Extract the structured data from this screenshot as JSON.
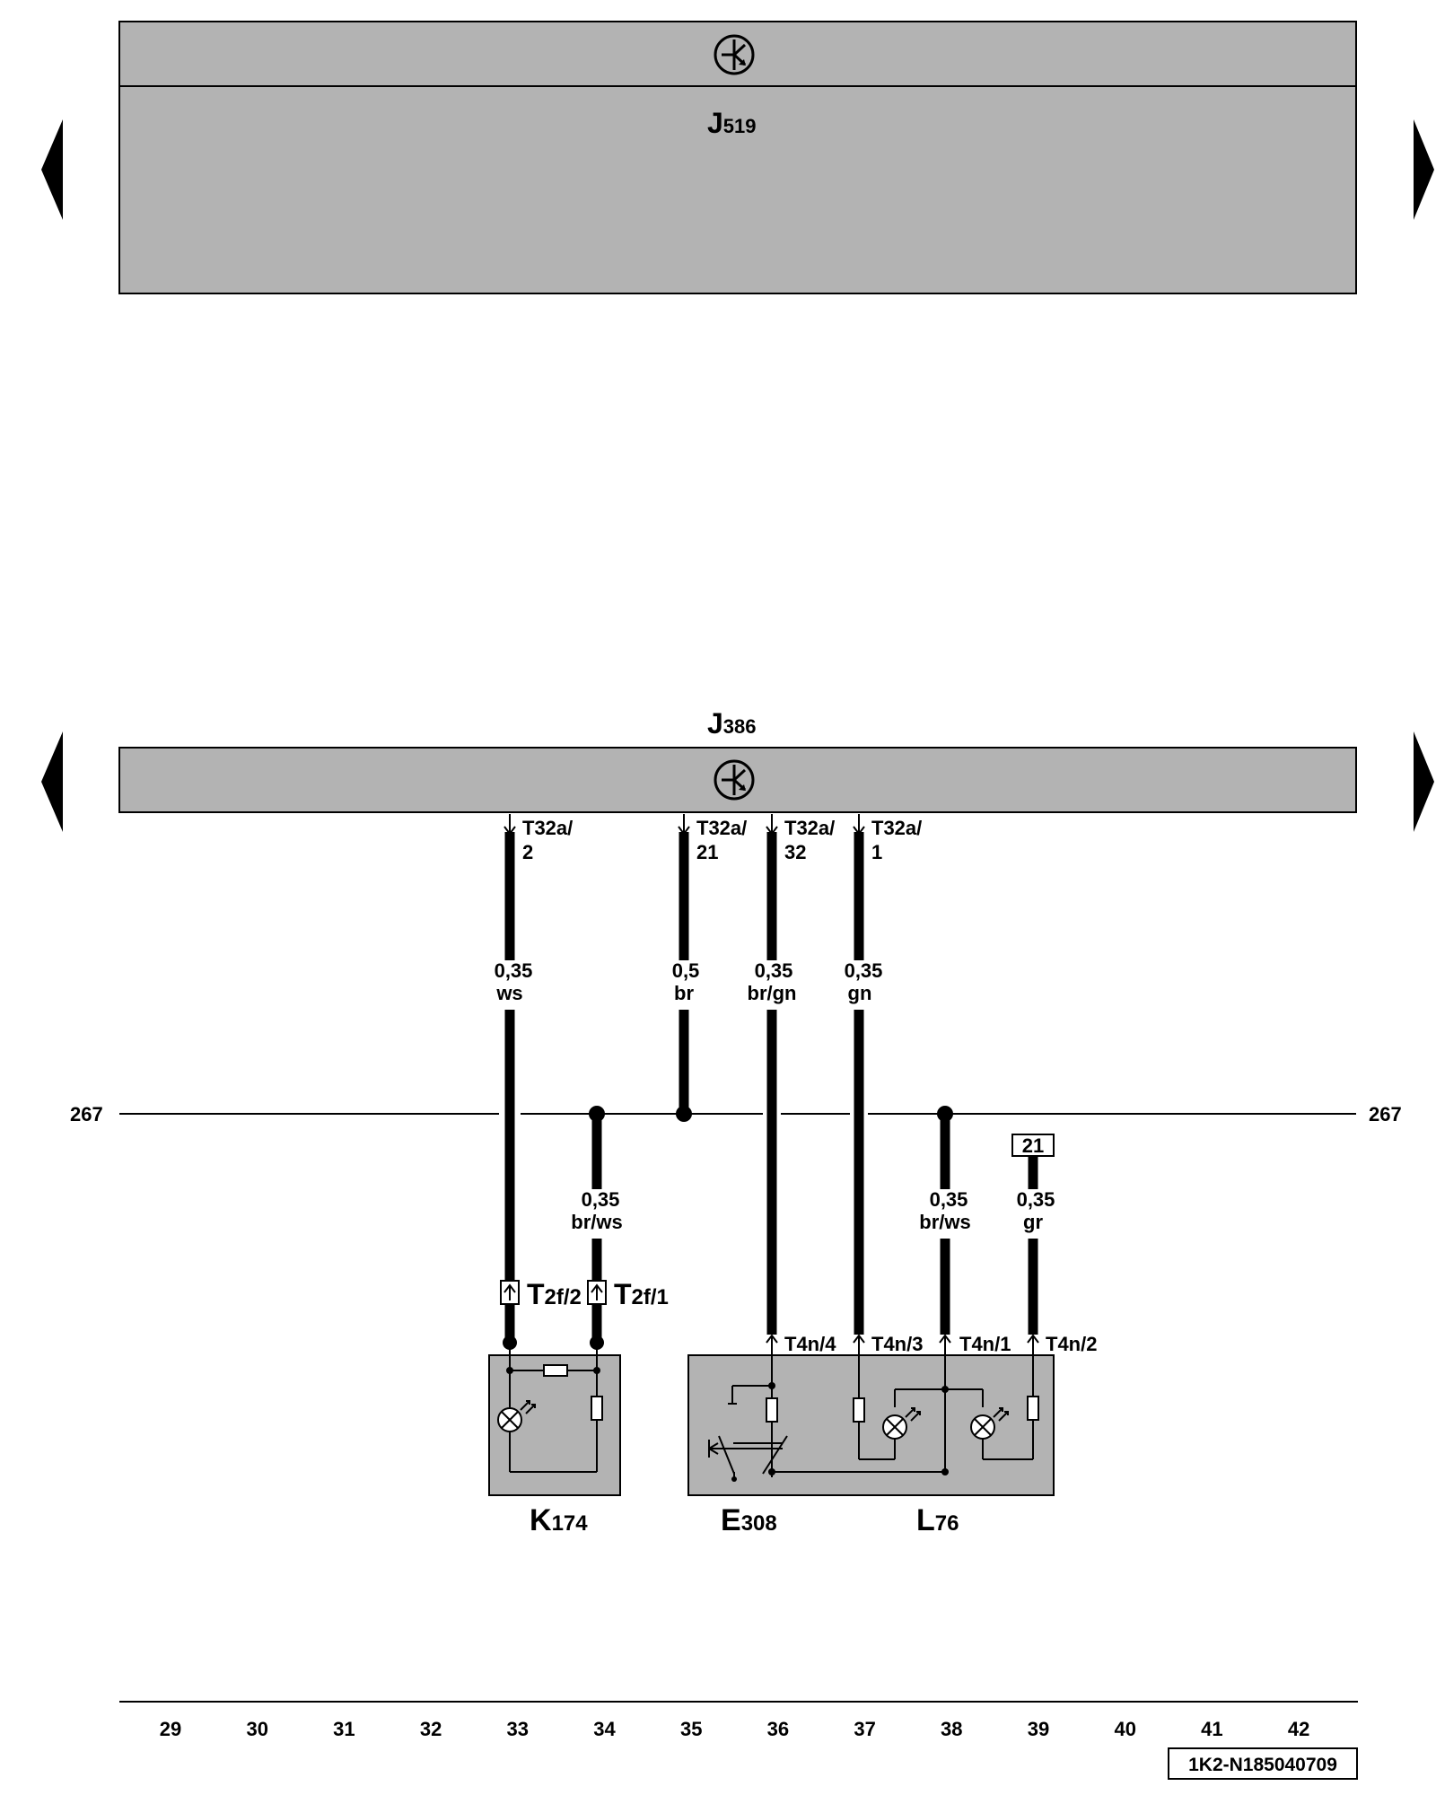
{
  "modules": {
    "j519": {
      "code": "J",
      "num": "519"
    },
    "j386": {
      "code": "J",
      "num": "386"
    }
  },
  "pins": {
    "t32a_2": {
      "name": "T32a/",
      "num": "2"
    },
    "t32a_21": {
      "name": "T32a/",
      "num": "21"
    },
    "t32a_32": {
      "name": "T32a/",
      "num": "32"
    },
    "t32a_1": {
      "name": "T32a/",
      "num": "1"
    }
  },
  "wires": {
    "w33": {
      "size": "0,35",
      "color": "ws"
    },
    "w35": {
      "size": "0,5",
      "color": "br"
    },
    "w36": {
      "size": "0,35",
      "color": "br/gn"
    },
    "w37": {
      "size": "0,35",
      "color": "gn"
    },
    "w34": {
      "size": "0,35",
      "color": "br/ws"
    },
    "w38": {
      "size": "0,35",
      "color": "br/ws"
    },
    "w39": {
      "size": "0,35",
      "color": "gr"
    }
  },
  "ground_line": {
    "left": "267",
    "right": "267"
  },
  "ref_box": "21",
  "connectors": {
    "t2f_2": {
      "code": "T",
      "sub": "2f/2"
    },
    "t2f_1": {
      "code": "T",
      "sub": "2f/1"
    },
    "t4n_4": "T4n/4",
    "t4n_3": "T4n/3",
    "t4n_1": "T4n/1",
    "t4n_2": "T4n/2"
  },
  "components": {
    "k174": {
      "code": "K",
      "num": "174"
    },
    "e308": {
      "code": "E",
      "num": "308"
    },
    "l76": {
      "code": "L",
      "num": "76"
    }
  },
  "tracks": [
    "29",
    "30",
    "31",
    "32",
    "33",
    "34",
    "35",
    "36",
    "37",
    "38",
    "39",
    "40",
    "41",
    "42"
  ],
  "diagram_id": "1K2-N185040709"
}
